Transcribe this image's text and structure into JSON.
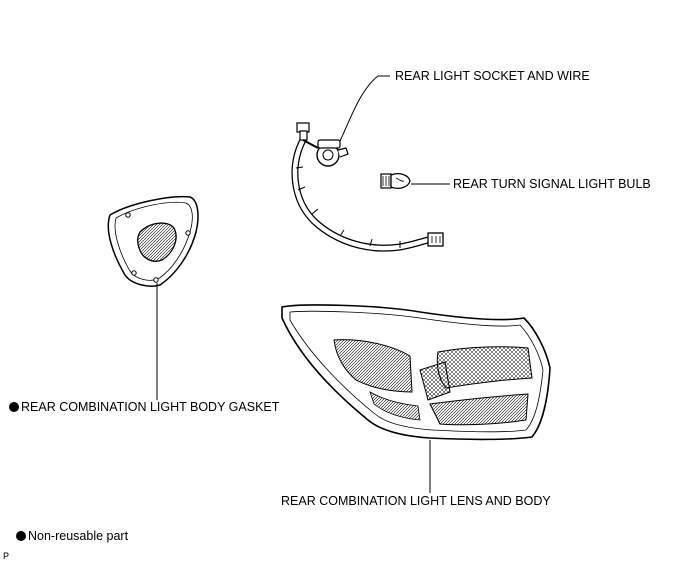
{
  "labels": {
    "socket": "REAR LIGHT SOCKET AND WIRE",
    "bulb": "REAR TURN SIGNAL LIGHT BULB",
    "gasket": "REAR COMBINATION LIGHT BODY GASKET",
    "lens": "REAR COMBINATION LIGHT LENS AND BODY"
  },
  "legend": {
    "non_reusable": "Non-reusable part"
  },
  "corner_mark": "P"
}
